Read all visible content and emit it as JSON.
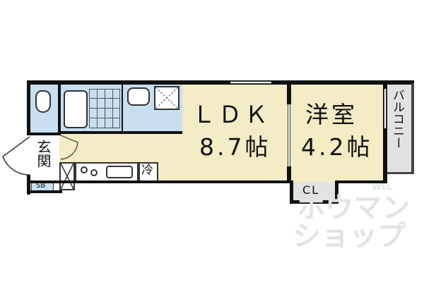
{
  "colors": {
    "ldk_floor": "#f3ecc4",
    "wet_area_floor": "#c7dff0",
    "balcony_floor": "#e2e2e2",
    "wall": "#111111",
    "watermark": "#e3e3e3"
  },
  "rooms": {
    "ldk": {
      "name": "ＬＤＫ",
      "size": "8.7帖"
    },
    "western": {
      "name": "洋室",
      "size": "4.2帖"
    },
    "closet": {
      "label": "CL"
    },
    "balcony": {
      "label": "バルコニー"
    },
    "entrance": {
      "label": "玄関",
      "shoebox": "SB"
    },
    "kitchen": {
      "fridge": "冷"
    }
  },
  "watermark": {
    "line1": "ホウマン",
    "line2": "ショップ",
    "small": "WEL"
  }
}
